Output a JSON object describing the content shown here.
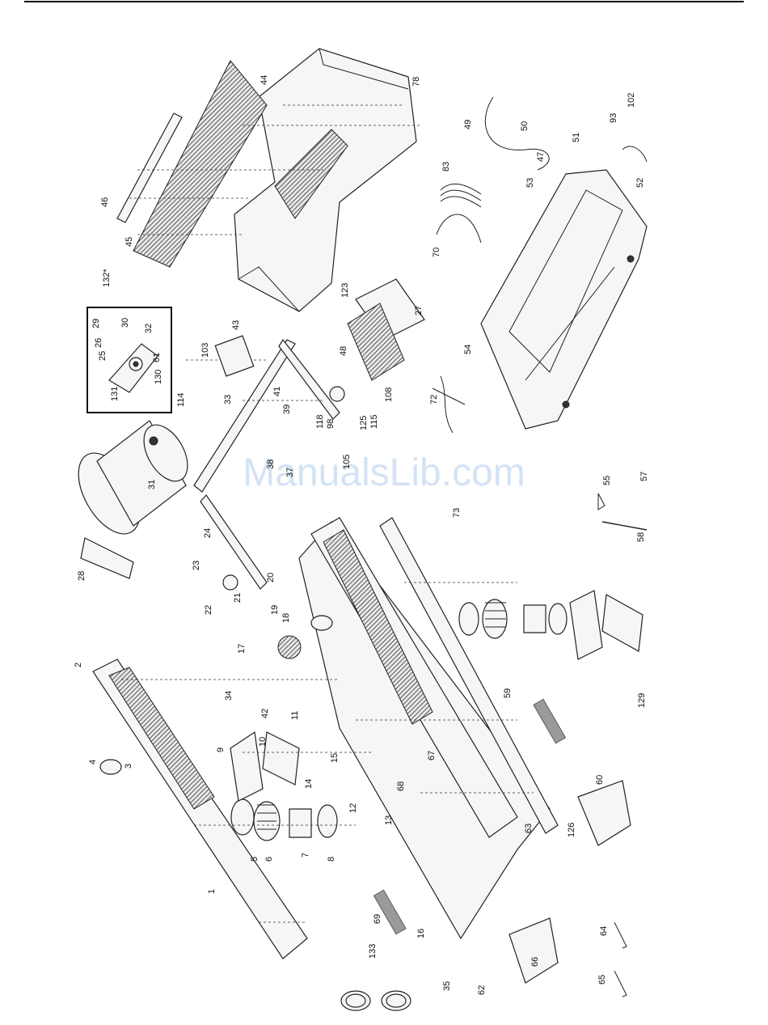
{
  "watermark": "ManualsLib.com",
  "inset_label": "132*",
  "part_numbers": [
    "1",
    "2",
    "3",
    "4",
    "5",
    "6",
    "7",
    "8",
    "9",
    "10",
    "11",
    "12",
    "13",
    "14",
    "15",
    "16",
    "17",
    "18",
    "19",
    "20",
    "21",
    "22",
    "23",
    "24",
    "25",
    "26",
    "27",
    "28",
    "29",
    "30",
    "31",
    "32",
    "33",
    "34",
    "35",
    "37",
    "38",
    "39",
    "41",
    "42",
    "43",
    "44",
    "45",
    "46",
    "47",
    "48",
    "49",
    "50",
    "51",
    "52",
    "53",
    "54",
    "55",
    "57",
    "58",
    "59",
    "60",
    "61",
    "62",
    "63",
    "64",
    "65",
    "66",
    "67",
    "68",
    "69",
    "70",
    "72",
    "73",
    "78",
    "83",
    "93",
    "98",
    "102",
    "103",
    "105",
    "108",
    "114",
    "115",
    "118",
    "123",
    "125",
    "126",
    "129",
    "130",
    "131",
    "133"
  ]
}
